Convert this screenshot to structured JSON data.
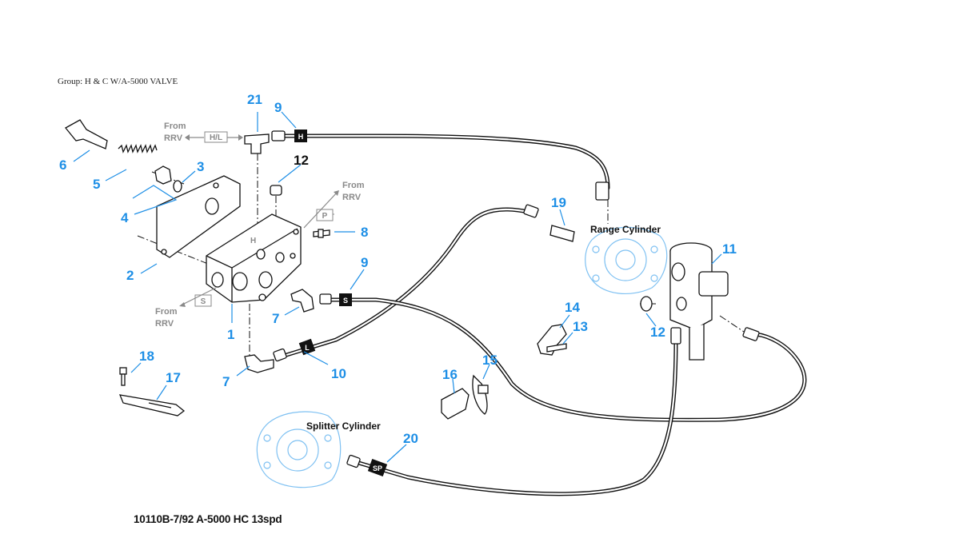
{
  "header": {
    "group": "Group: H & C W/A-5000 VALVE"
  },
  "footer": {
    "code": "10110B-7/92 A-5000 HC 13spd"
  },
  "labels": {
    "from_rrv_top_left": [
      "From",
      "RRV"
    ],
    "from_rrv_right": [
      "From",
      "RRV"
    ],
    "from_rrv_bottom": [
      "From",
      "RRV"
    ],
    "tag_hl": "H/L",
    "tag_p": "P",
    "tag_s": "S",
    "port_h": "H",
    "range_cylinder": "Range Cylinder",
    "splitter_cylinder": "Splitter Cylinder"
  },
  "hose_tags": {
    "h": "H",
    "s": "S",
    "l": "L",
    "sp": "SP"
  },
  "callouts": [
    {
      "id": "c21",
      "text": "21"
    },
    {
      "id": "c9a",
      "text": "9"
    },
    {
      "id": "c6",
      "text": "6"
    },
    {
      "id": "c5",
      "text": "5"
    },
    {
      "id": "c3",
      "text": "3"
    },
    {
      "id": "c4",
      "text": "4"
    },
    {
      "id": "c12a",
      "text": "12"
    },
    {
      "id": "c8",
      "text": "8"
    },
    {
      "id": "c2",
      "text": "2"
    },
    {
      "id": "c9b",
      "text": "9"
    },
    {
      "id": "c7a",
      "text": "7"
    },
    {
      "id": "c1",
      "text": "1"
    },
    {
      "id": "c7b",
      "text": "7"
    },
    {
      "id": "c10",
      "text": "10"
    },
    {
      "id": "c18",
      "text": "18"
    },
    {
      "id": "c17",
      "text": "17"
    },
    {
      "id": "c19",
      "text": "19"
    },
    {
      "id": "c11",
      "text": "11"
    },
    {
      "id": "c12b",
      "text": "12"
    },
    {
      "id": "c14",
      "text": "14"
    },
    {
      "id": "c13",
      "text": "13"
    },
    {
      "id": "c16",
      "text": "16"
    },
    {
      "id": "c15",
      "text": "15"
    },
    {
      "id": "c20",
      "text": "20"
    }
  ],
  "colors": {
    "callout": "#1e8fe6",
    "ghost": "#7fc1f2",
    "tag": "#8a8a8a"
  }
}
